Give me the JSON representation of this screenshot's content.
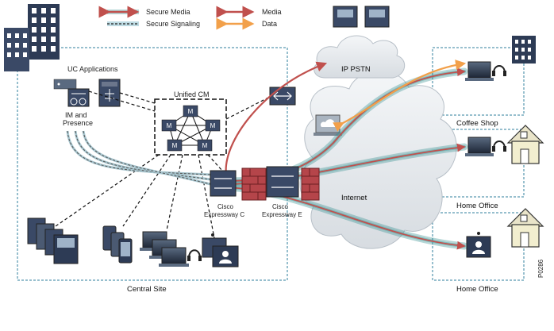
{
  "legend": {
    "secure_media": "Secure Media",
    "secure_signaling": "Secure Signaling",
    "media": "Media",
    "data": "Data"
  },
  "colors": {
    "media": "#c0504d",
    "data": "#f2a04a",
    "secure_teal": "#2e8c8c",
    "dashed_border": "#2f7f9e",
    "building": "#2d3b55",
    "cloud": "#e8ebee"
  },
  "labels": {
    "uc_applications": "UC Applications",
    "im_presence_line1": "IM and",
    "im_presence_line2": "Presence",
    "unified_cm": "Unified CM",
    "ip_pstn": "IP PSTN",
    "internet": "Internet",
    "expressway_c_line1": "Cisco",
    "expressway_c_line2": "Expressway C",
    "expressway_e_line1": "Cisco",
    "expressway_e_line2": "Expressway E",
    "central_site": "Central Site",
    "coffee_shop": "Coffee Shop",
    "home_office_1": "Home Office",
    "home_office_2": "Home Office",
    "figure_id": "P0286"
  },
  "icons": [
    "building-icon",
    "ip-phone-icon",
    "router-icon",
    "server-icon",
    "laptop-icon",
    "headset-icon",
    "house-icon",
    "video-endpoint-icon",
    "cloud-service-icon",
    "firewall-icon"
  ]
}
